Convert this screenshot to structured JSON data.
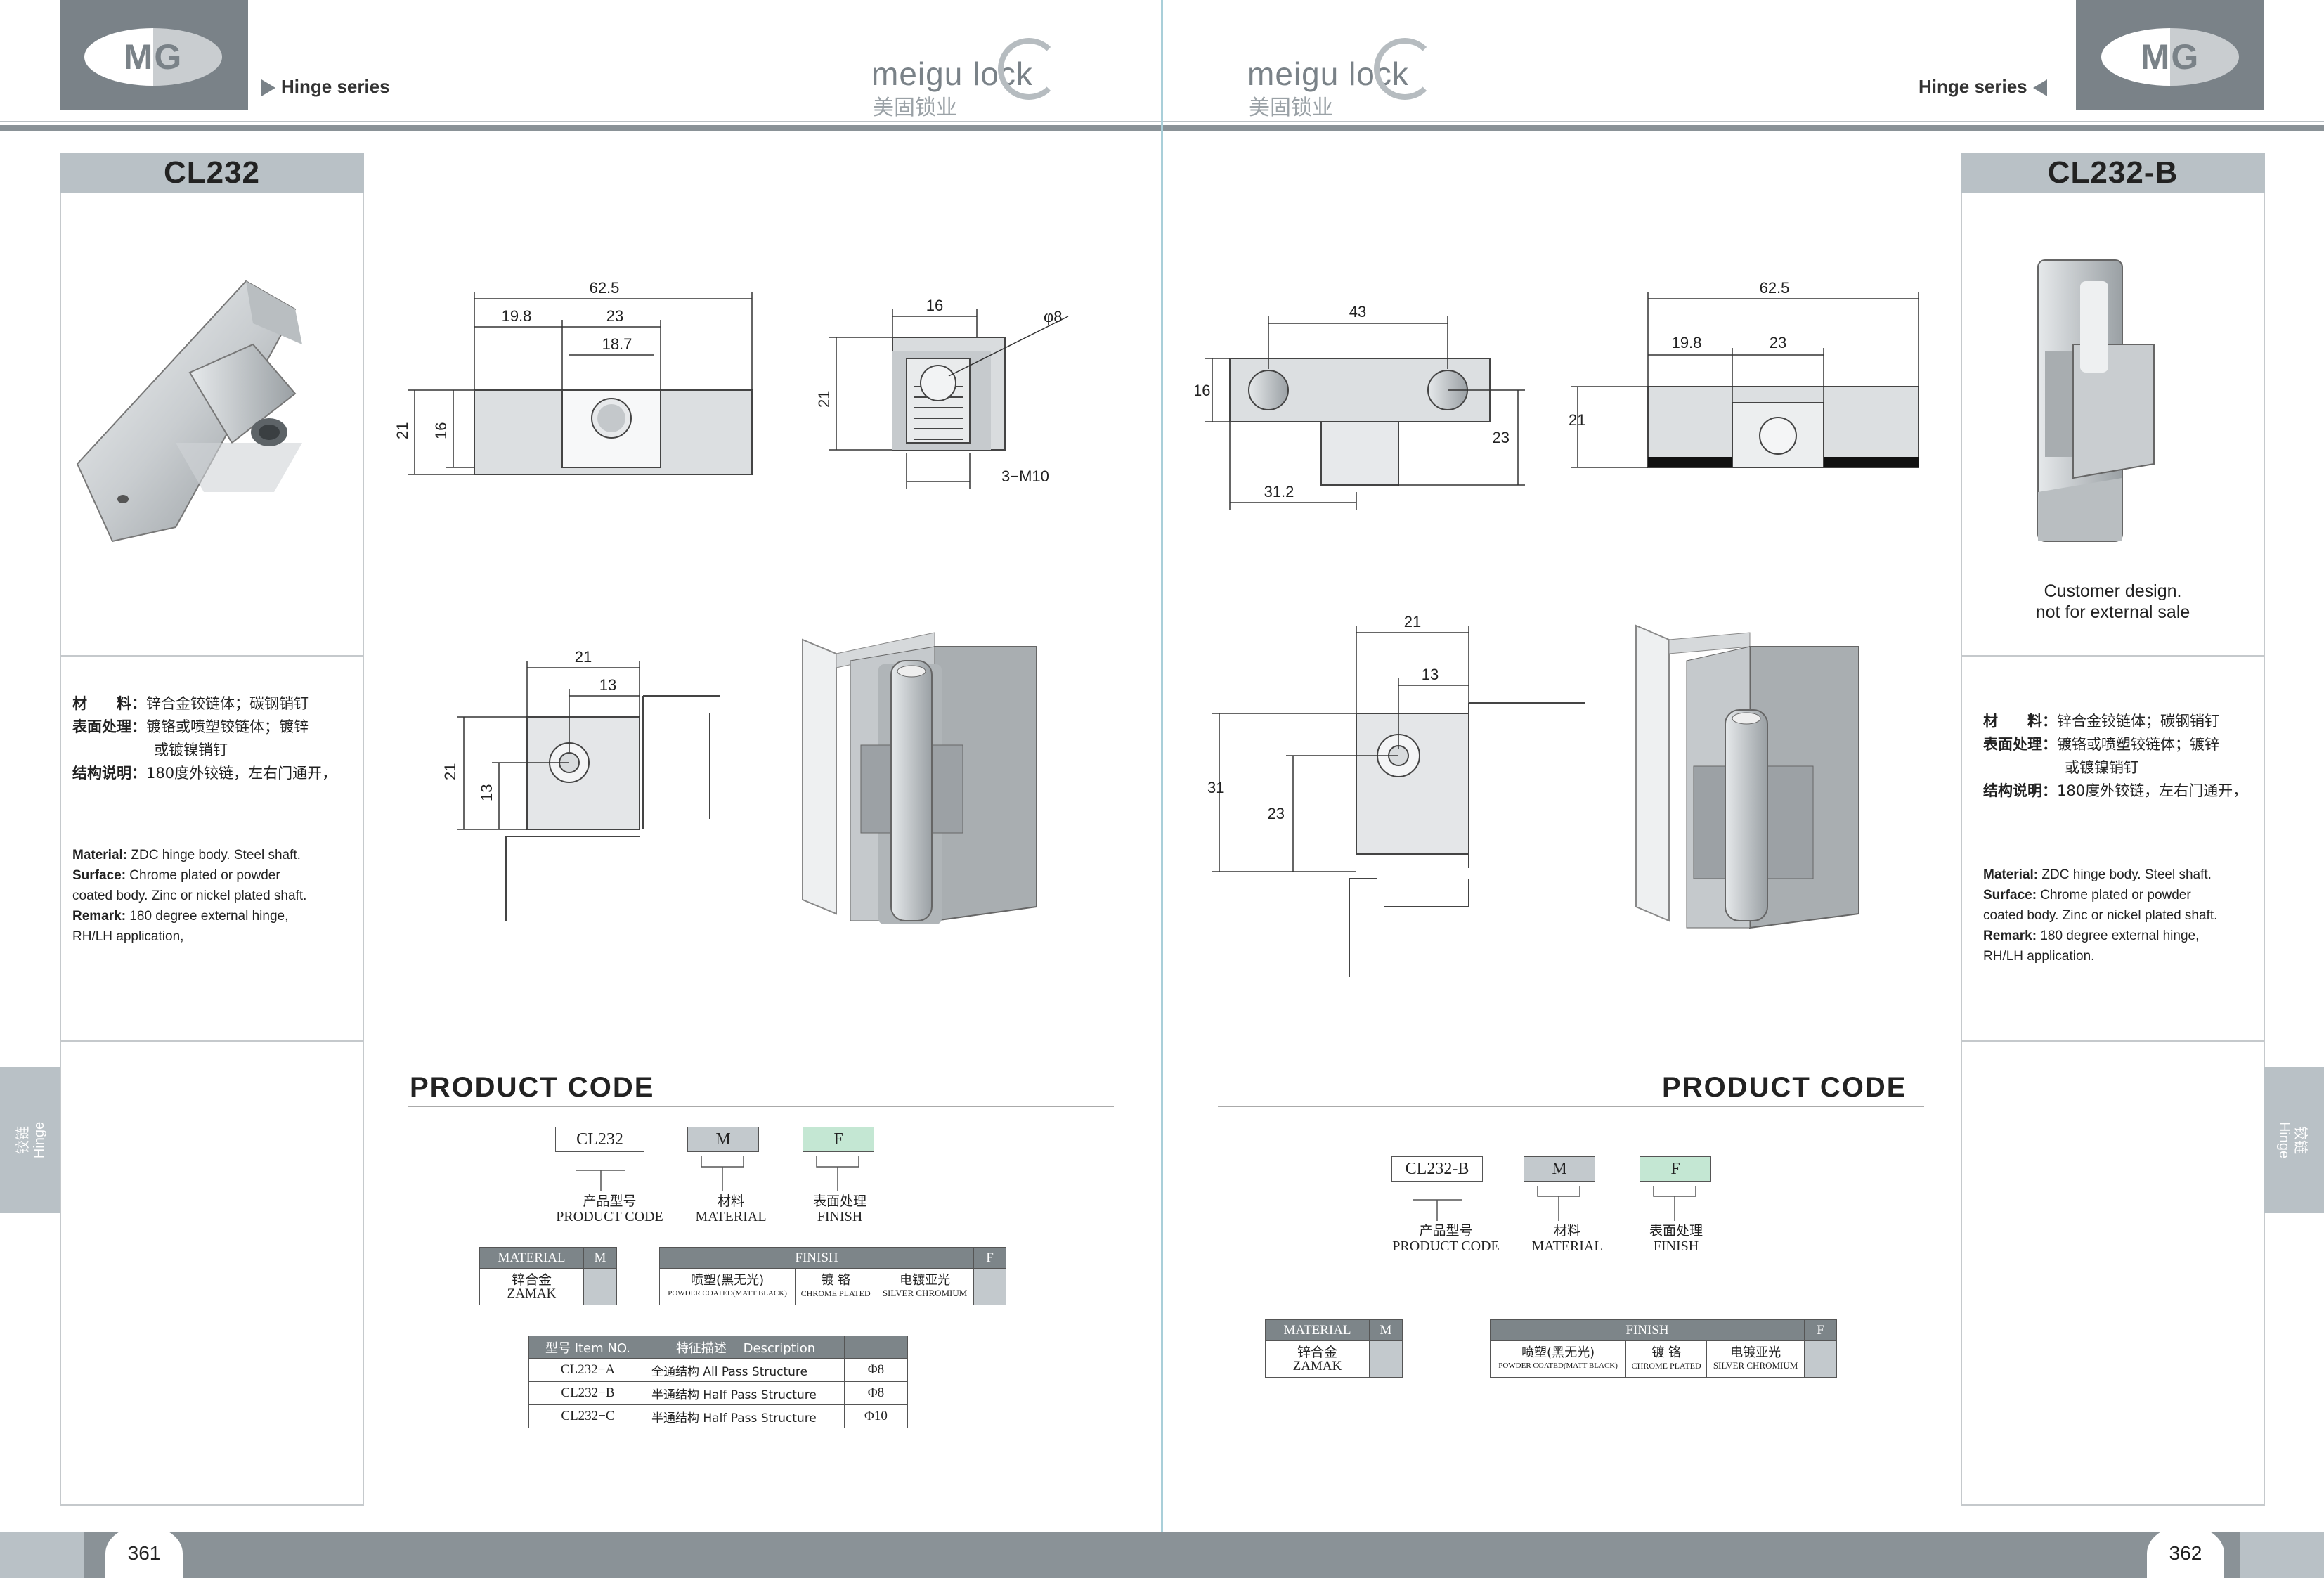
{
  "brand": {
    "logo_text": "MG",
    "name_en": "meigu lock",
    "name_cn": "美固锁业"
  },
  "left": {
    "series": "Hinge series",
    "title": "CL232",
    "page_number": "361",
    "spec_cn": [
      {
        "label": "材　　料：",
        "value": "锌合金铰链体；碳钢销钉"
      },
      {
        "label": "表面处理：",
        "value": "镀铬或喷塑铰链体；镀锌"
      },
      {
        "label": "",
        "value": "或镀镍销钉"
      },
      {
        "label": "结构说明：",
        "value": "180度外铰链，左右门通开，"
      }
    ],
    "spec_en": [
      {
        "label": "Material:",
        "value": " ZDC hinge body. Steel shaft."
      },
      {
        "label": "Surface:",
        "value": " Chrome plated or powder"
      },
      {
        "label": "",
        "value": "coated body. Zinc or nickel plated shaft."
      },
      {
        "label": "Remark:",
        "value": " 180 degree external hinge,"
      },
      {
        "label": "",
        "value": "RH/LH application,"
      }
    ],
    "dims_a": [
      "62.5",
      "19.8",
      "23",
      "18.7",
      "21",
      "16"
    ],
    "dims_b": [
      "16",
      "φ8",
      "21",
      "3−M10"
    ],
    "dims_c": [
      "21",
      "13",
      "21",
      "13"
    ],
    "product_code": {
      "heading": "PRODUCT CODE",
      "code": "CL232",
      "m": "M",
      "f": "F",
      "lab_code_cn": "产品型号",
      "lab_code_en": "PRODUCT CODE",
      "lab_mat_cn": "材料",
      "lab_mat_en": "MATERIAL",
      "lab_fin_cn": "表面处理",
      "lab_fin_en": "FINISH"
    },
    "material_table": {
      "h1": "MATERIAL",
      "h2": "M",
      "v_cn": "锌合金",
      "v_en": "ZAMAK"
    },
    "finish_table": {
      "h1": "FINISH",
      "h2": "F",
      "c1_cn": "喷塑(黑无光)",
      "c1_en": "POWDER COATED(MATT BLACK)",
      "c2_cn": "镀 铬",
      "c2_en": "CHROME PLATED",
      "c3_cn": "电镀亚光",
      "c3_en": "SILVER CHROMIUM"
    },
    "item_table": {
      "headers": [
        "型号 Item NO.",
        "特征描述　 Description",
        ""
      ],
      "rows": [
        [
          "CL232−A",
          "全通结构  All Pass Structure",
          "Φ8"
        ],
        [
          "CL232−B",
          "半通结构  Half Pass Structure",
          "Φ8"
        ],
        [
          "CL232−C",
          "半通结构  Half Pass Structure",
          "Φ10"
        ]
      ]
    },
    "side_tab": {
      "cn": "铰链",
      "en": "Hinge"
    }
  },
  "right": {
    "series": "Hinge series",
    "title": "CL232-B",
    "page_number": "362",
    "note": [
      "Customer design.",
      "not for external sale"
    ],
    "spec_cn": [
      {
        "label": "材　　料：",
        "value": "锌合金铰链体；碳钢销钉"
      },
      {
        "label": "表面处理：",
        "value": "镀铬或喷塑铰链体；镀锌"
      },
      {
        "label": "",
        "value": "或镀镍销钉"
      },
      {
        "label": "结构说明：",
        "value": "180度外铰链，左右门通开，"
      }
    ],
    "spec_en": [
      {
        "label": "Material:",
        "value": " ZDC hinge body. Steel shaft."
      },
      {
        "label": "Surface:",
        "value": " Chrome plated or powder"
      },
      {
        "label": "",
        "value": "coated body. Zinc or nickel plated shaft."
      },
      {
        "label": "Remark:",
        "value": " 180 degree external hinge,"
      },
      {
        "label": "",
        "value": "RH/LH application."
      }
    ],
    "dims_a": [
      "43",
      "16",
      "23",
      "31.2"
    ],
    "dims_b": [
      "62.5",
      "19.8",
      "23",
      "21"
    ],
    "dims_c": [
      "21",
      "13",
      "31",
      "23"
    ],
    "product_code": {
      "heading": "PRODUCT CODE",
      "code": "CL232-B",
      "m": "M",
      "f": "F",
      "lab_code_cn": "产品型号",
      "lab_code_en": "PRODUCT CODE",
      "lab_mat_cn": "材料",
      "lab_mat_en": "MATERIAL",
      "lab_fin_cn": "表面处理",
      "lab_fin_en": "FINISH"
    },
    "material_table": {
      "h1": "MATERIAL",
      "h2": "M",
      "v_cn": "锌合金",
      "v_en": "ZAMAK"
    },
    "finish_table": {
      "h1": "FINISH",
      "h2": "F",
      "c1_cn": "喷塑(黑无光)",
      "c1_en": "POWDER COATED(MATT BLACK)",
      "c2_cn": "镀 铬",
      "c2_en": "CHROME PLATED",
      "c3_cn": "电镀亚光",
      "c3_en": "SILVER CHROMIUM"
    },
    "side_tab": {
      "cn": "铰链",
      "en": "Hinge"
    }
  },
  "colors": {
    "header_gray": "#7a8288",
    "label_gray": "#b9c1c6",
    "finish_green": "#c4e7d3"
  }
}
